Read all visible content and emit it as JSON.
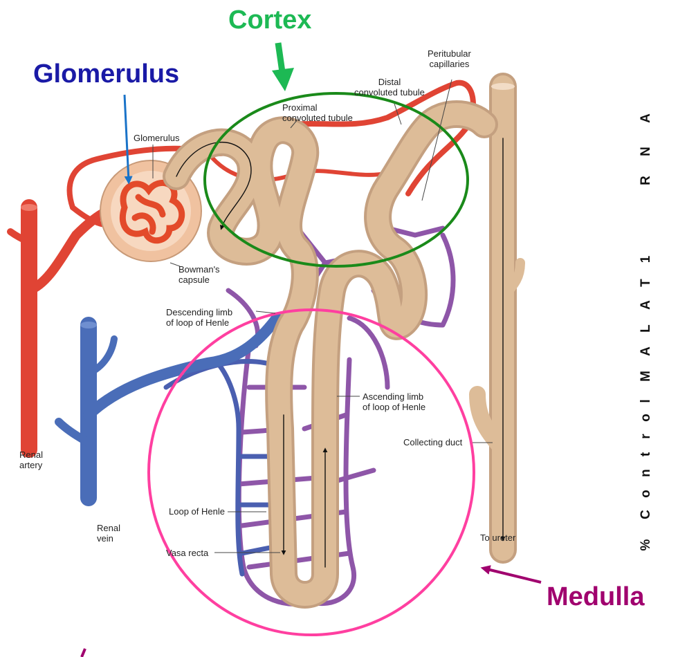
{
  "headings": {
    "cortex": "Cortex",
    "glomerulus": "Glomerulus",
    "medulla": "Medulla"
  },
  "labels": {
    "peritubular": [
      "Peritubular",
      "capillaries"
    ],
    "distal": [
      "Distal",
      "convoluted tubule"
    ],
    "proximal": [
      "Proximal",
      "convoluted tubule"
    ],
    "glomerulus_small": "Glomerulus",
    "bowmans": [
      "Bowman's",
      "capsule"
    ],
    "descending": [
      "Descending limb",
      "of loop of Henle"
    ],
    "ascending": [
      "Ascending limb",
      "of loop of Henle"
    ],
    "renal_artery": [
      "Renal",
      "artery"
    ],
    "renal_vein": [
      "Renal",
      "vein"
    ],
    "collecting": "Collecting duct",
    "loop_henle": "Loop of Henle",
    "vasa_recta": "Vasa recta",
    "to_ureter": "To ureter"
  },
  "side_axis_text": [
    "%",
    "C",
    "o",
    "n",
    "t",
    "r",
    "o",
    "l",
    "M",
    "A",
    "L",
    "A",
    "T",
    "1",
    "R",
    "N",
    "A"
  ],
  "colors": {
    "cortex": "#1db954",
    "glomerulus": "#1a1aa6",
    "medulla": "#a0006e",
    "cortex_ring": "#1a8a1a",
    "medulla_ring": "#ff3fa0",
    "artery": "#e04434",
    "vein": "#4a6db8",
    "tubule": "#d9b48f",
    "vasa": "#9a5aa8"
  }
}
